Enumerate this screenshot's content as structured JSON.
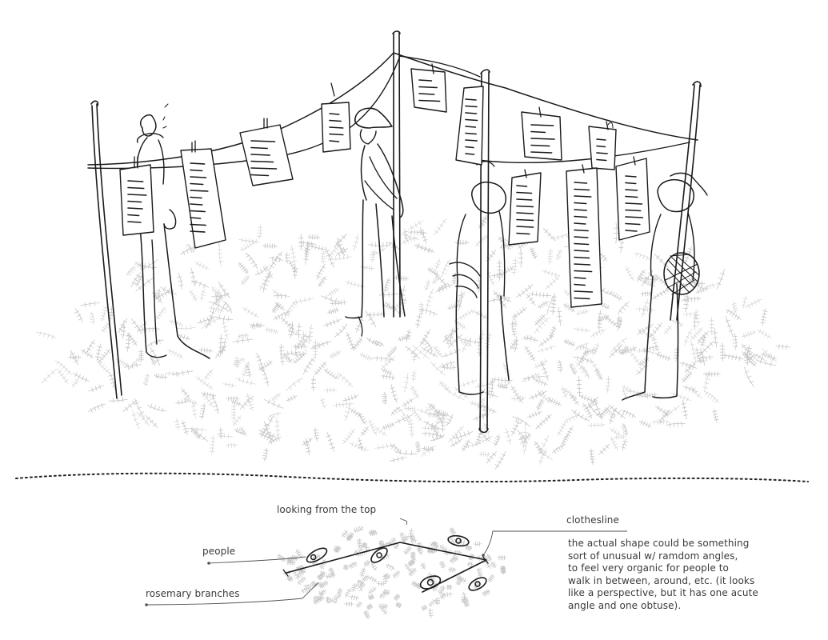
{
  "top_view_heading": "looking from the top",
  "labels": {
    "clothesline": "clothesline",
    "people": "people",
    "rosemary": "rosemary branches"
  },
  "note_lines": [
    "the actual shape could be something",
    "sort of unusual w/ ramdom angles,",
    "to feel very organic for people to",
    "walk in between, around, etc. (it looks",
    "like a perspective, but it has one acute",
    "angle and one obtuse)."
  ],
  "colors": {
    "ink": "#1a1a1a",
    "rosemary_sketch": "#c4c4c4",
    "label_text": "#3a3a3a"
  }
}
